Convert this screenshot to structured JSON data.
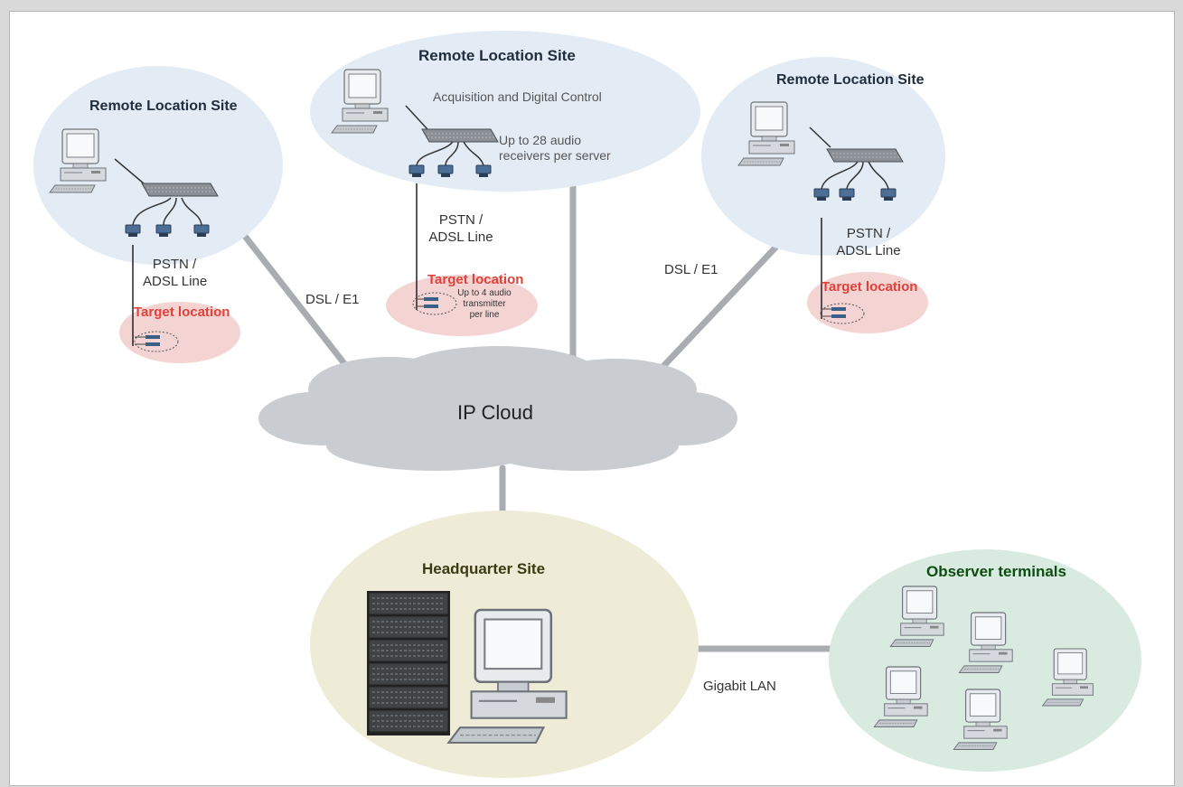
{
  "remote_sites": [
    {
      "title": "Remote Location Site",
      "line_label_1": "PSTN /",
      "line_label_2": "ADSL Line",
      "target": "Target location"
    },
    {
      "title": "Remote Location Site",
      "line_label_1": "PSTN /",
      "line_label_2": "ADSL Line",
      "target": "Target location",
      "note_1": "Acquisition and Digital Control",
      "note_2": "Up to 28 audio",
      "note_3": "receivers per server",
      "target_note_1": "Up to 4 audio",
      "target_note_2": "transmitter",
      "target_note_3": "per line"
    },
    {
      "title": "Remote Location Site",
      "line_label_1": "PSTN /",
      "line_label_2": "ADSL Line",
      "target": "Target location"
    }
  ],
  "connections": {
    "left": "DSL / E1",
    "right": "DSL / E1",
    "lan": "Gigabit LAN"
  },
  "cloud": {
    "label": "IP Cloud"
  },
  "hq": {
    "title": "Headquarter Site"
  },
  "observers": {
    "title": "Observer terminals"
  },
  "colors": {
    "remote_bubble": "#e3ecf5",
    "target_bubble": "#f4d3d3",
    "hq_bubble": "#eeecd6",
    "observer_bubble": "#d9ebe0",
    "cloud": "#c9cdd2",
    "link": "#a9adb2",
    "target_text": "#e0413a"
  }
}
